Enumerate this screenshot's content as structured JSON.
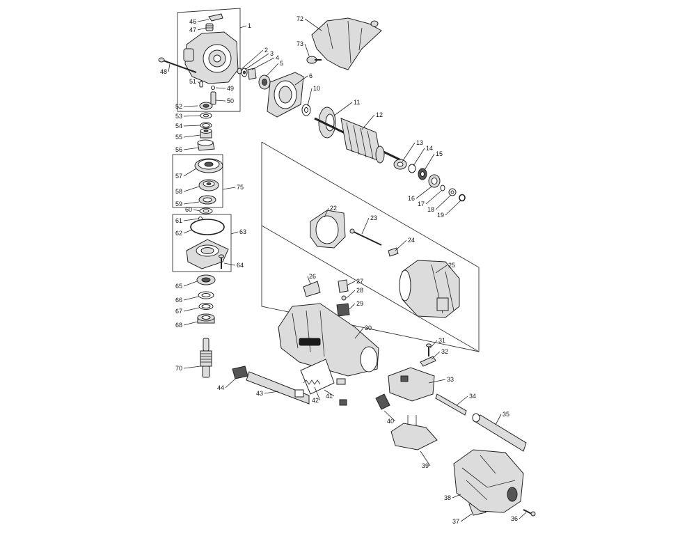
{
  "part_numbers": [
    "1",
    "2",
    "3",
    "4",
    "5",
    "6",
    "10",
    "11",
    "12",
    "13",
    "14",
    "15",
    "16",
    "17",
    "18",
    "19",
    "22",
    "23",
    "24",
    "25",
    "26",
    "27",
    "28",
    "29",
    "30",
    "31",
    "32",
    "33",
    "34",
    "35",
    "36",
    "37",
    "38",
    "39",
    "40",
    "41",
    "42",
    "43",
    "44",
    "46",
    "47",
    "48",
    "49",
    "50",
    "51",
    "52",
    "53",
    "54",
    "55",
    "56",
    "57",
    "58",
    "59",
    "60",
    "61",
    "62",
    "63",
    "64",
    "65",
    "66",
    "67",
    "68",
    "70",
    "72",
    "73",
    "75"
  ]
}
